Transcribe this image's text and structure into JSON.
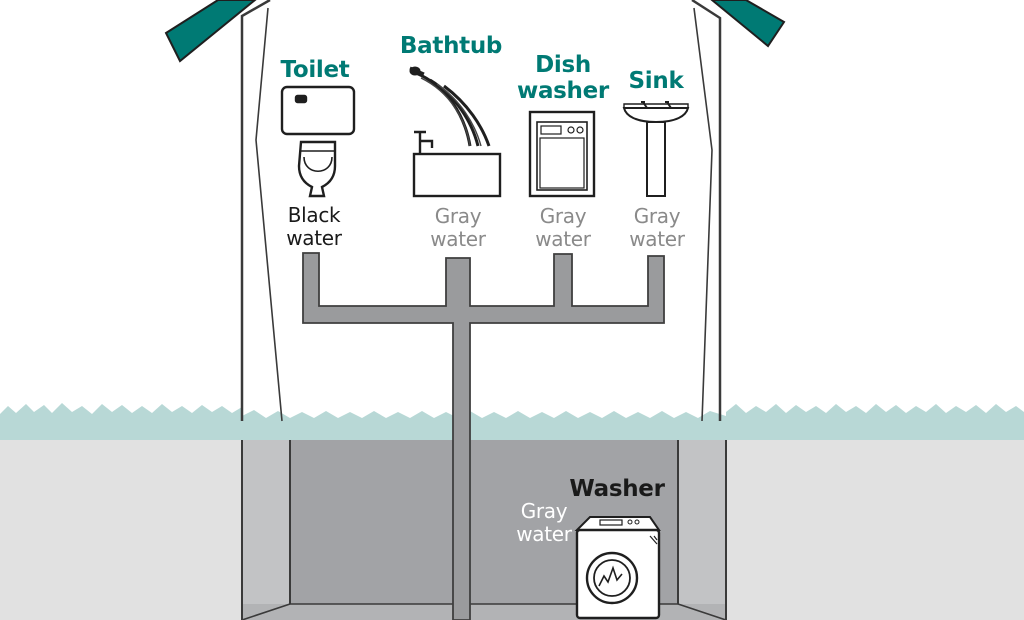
{
  "fixtures": {
    "toilet": {
      "label": "Toilet",
      "water": [
        "Black",
        "water"
      ]
    },
    "bathtub": {
      "label": "Bathtub",
      "water": [
        "Gray",
        "water"
      ]
    },
    "dishwasher": {
      "label": [
        "Dish",
        "washer"
      ],
      "water": [
        "Gray",
        "water"
      ]
    },
    "sink": {
      "label": "Sink",
      "water": [
        "Gray",
        "water"
      ]
    },
    "washer": {
      "label": "Washer",
      "water": [
        "Gray",
        "water"
      ]
    }
  },
  "colors": {
    "teal": "#007a74",
    "label_gray": "#8a8a8a",
    "pipe_gray": "#9a9b9d",
    "ground_gray": "#e1e1e1",
    "basement_gray": "#a2a3a6",
    "basement_wall": "#c2c3c5",
    "grass": "#b8d8d6"
  }
}
